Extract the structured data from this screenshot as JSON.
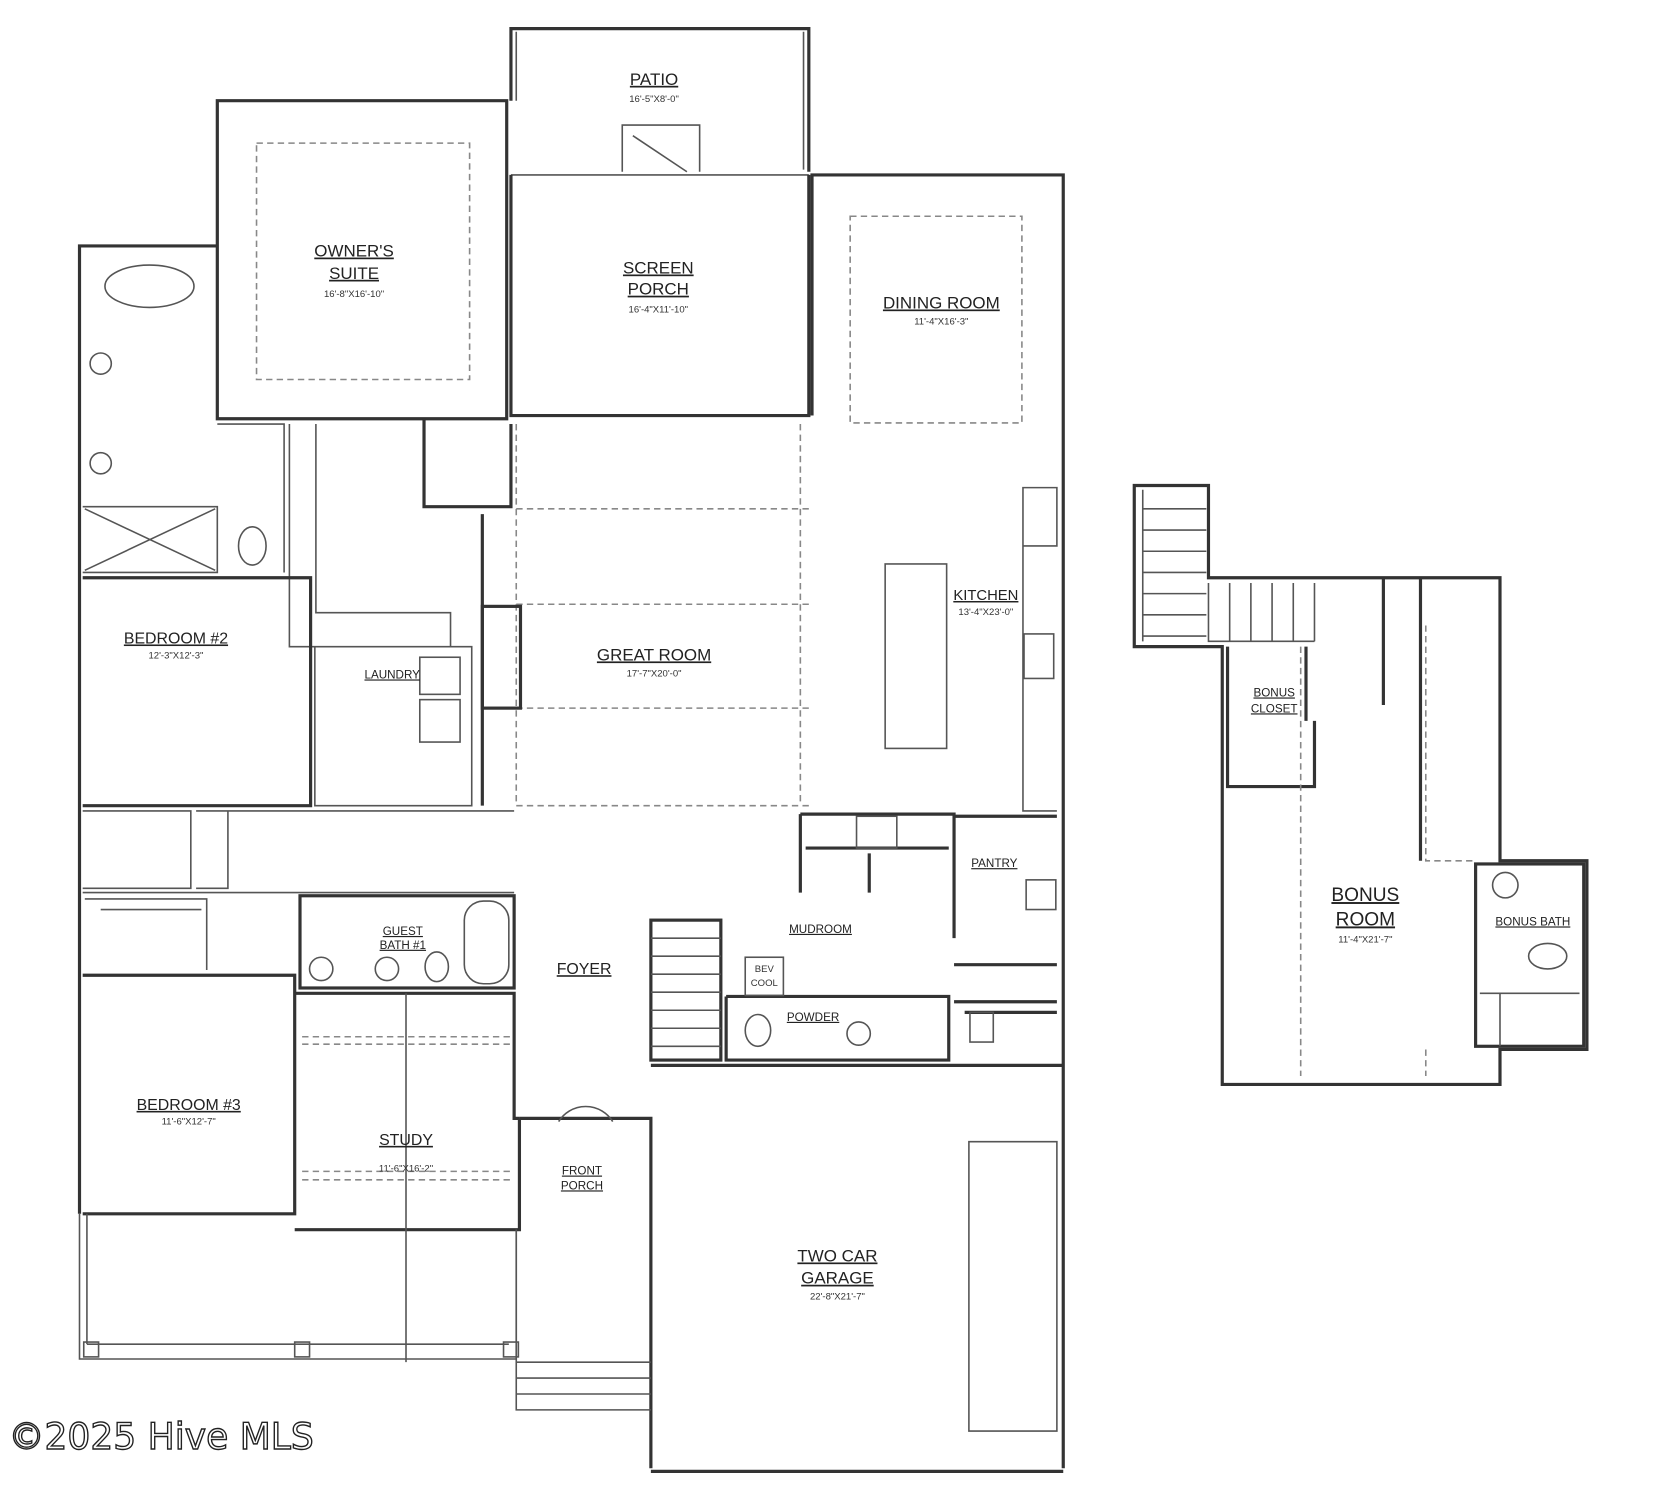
{
  "rooms": {
    "patio": {
      "name": "PATIO",
      "dim": "16'-5\"X8'-0\""
    },
    "owners_suite": {
      "name1": "OWNER'S",
      "name2": "SUITE",
      "dim": "16'-8\"X16'-10\""
    },
    "screen_porch": {
      "name1": "SCREEN",
      "name2": "PORCH",
      "dim": "16'-4\"X11'-10\""
    },
    "dining_room": {
      "name": "DINING ROOM",
      "dim": "11'-4\"X16'-3\""
    },
    "kitchen": {
      "name": "KITCHEN",
      "dim": "13'-4\"X23'-0\""
    },
    "great_room": {
      "name": "GREAT ROOM",
      "dim": "17'-7\"X20'-0\""
    },
    "bedroom2": {
      "name": "BEDROOM #2",
      "dim": "12'-3\"X12'-3\""
    },
    "laundry": {
      "name": "LAUNDRY"
    },
    "pantry": {
      "name": "PANTRY"
    },
    "mudroom": {
      "name": "MUDROOM"
    },
    "guest_bath": {
      "name1": "GUEST",
      "name2": "BATH #1"
    },
    "foyer": {
      "name": "FOYER"
    },
    "bev_cook": {
      "name1": "BEV",
      "name2": "COOL"
    },
    "powder": {
      "name": "POWDER"
    },
    "bedroom3": {
      "name": "BEDROOM #3",
      "dim": "11'-6\"X12'-7\""
    },
    "study": {
      "name": "STUDY",
      "dim": "11'-6\"X16'-2\""
    },
    "front_porch": {
      "name1": "FRONT",
      "name2": "PORCH"
    },
    "garage": {
      "name1": "TWO CAR",
      "name2": "GARAGE",
      "dim": "22'-8\"X21'-7\""
    },
    "bonus_closet": {
      "name1": "BONUS",
      "name2": "CLOSET"
    },
    "bonus_room": {
      "name1": "BONUS",
      "name2": "ROOM",
      "dim": "11'-4\"X21'-7\""
    },
    "bonus_bath": {
      "name": "BONUS BATH"
    }
  },
  "watermark": "©2025 Hive MLS",
  "colors": {
    "line": "#333333",
    "background": "#ffffff"
  }
}
